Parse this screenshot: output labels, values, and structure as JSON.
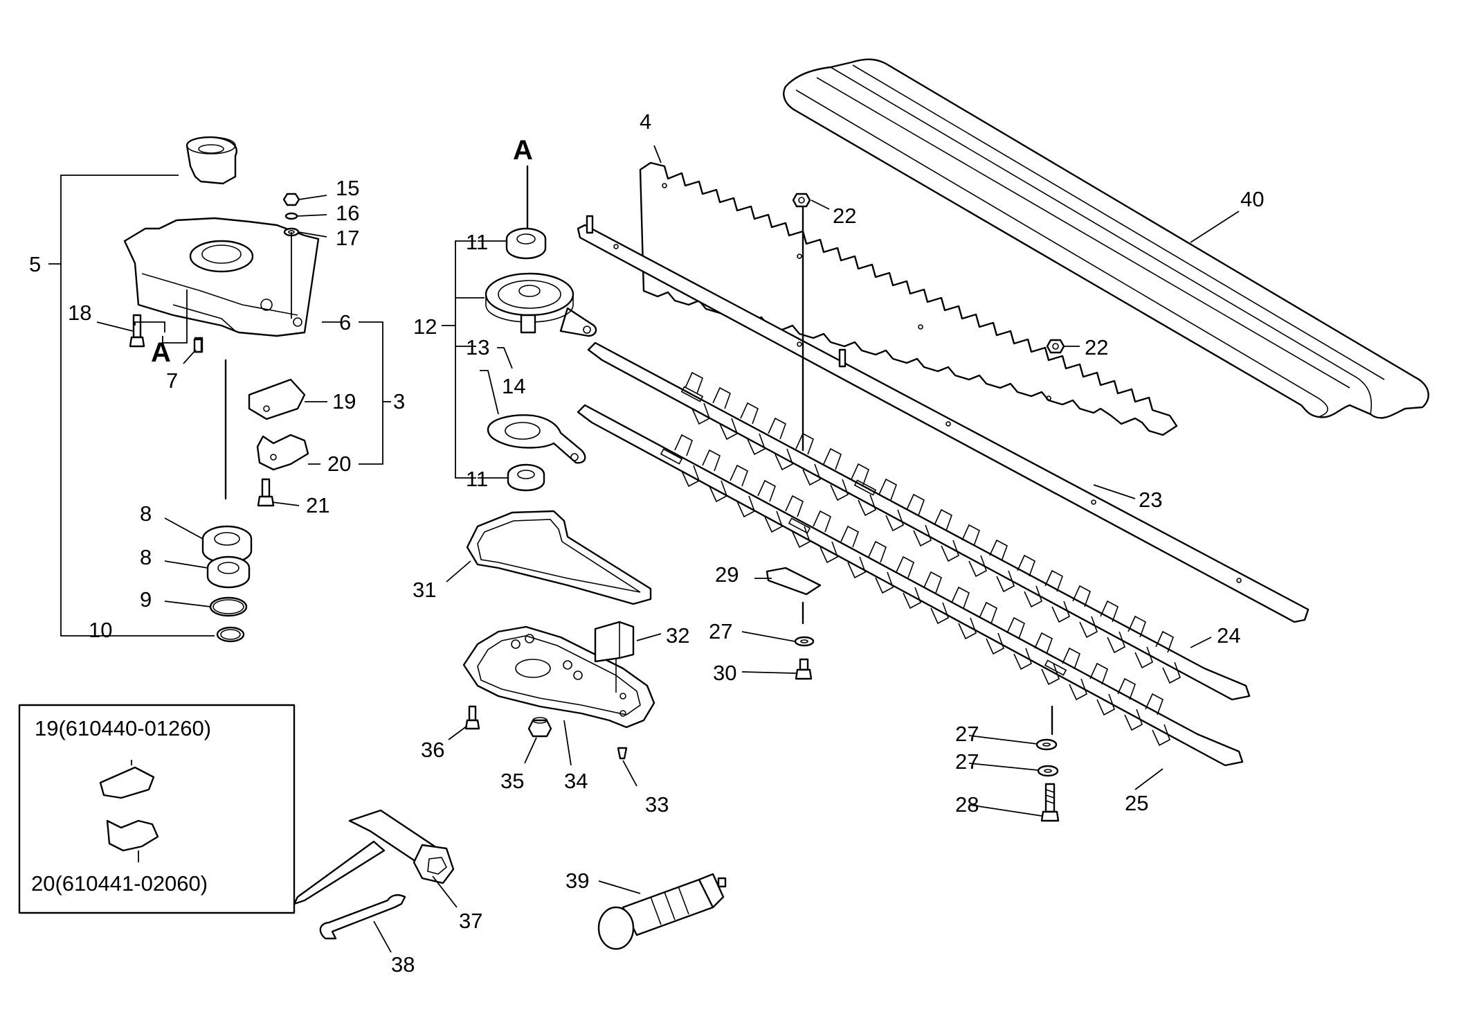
{
  "callouts": {
    "p3": "3",
    "p4": "4",
    "p5": "5",
    "p6": "6",
    "p7": "7",
    "p8a": "8",
    "p8b": "8",
    "p9": "9",
    "p10": "10",
    "p11a": "11",
    "p11b": "11",
    "p12": "12",
    "p13": "13",
    "p14": "14",
    "p15": "15",
    "p16": "16",
    "p17": "17",
    "p18": "18",
    "p19": "19",
    "p20": "20",
    "p21": "21",
    "p22a": "22",
    "p22b": "22",
    "p23": "23",
    "p24": "24",
    "p25": "25",
    "p27a": "27",
    "p27b": "27",
    "p27c": "27",
    "p28": "28",
    "p29": "29",
    "p30": "30",
    "p31": "31",
    "p32": "32",
    "p33": "33",
    "p34": "34",
    "p35": "35",
    "p36": "36",
    "p37": "37",
    "p38": "38",
    "p39": "39",
    "p40": "40"
  },
  "markers": {
    "a_left": "A",
    "a_right": "A"
  },
  "inset": {
    "part19": "19(610440-01260)",
    "part20": "20(610441-02060)"
  }
}
